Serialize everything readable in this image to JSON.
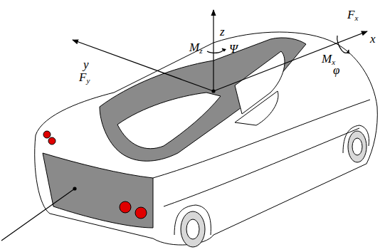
{
  "diagram": {
    "labels": [
      "z",
      "Mz",
      "Ψ",
      "y",
      "Fy",
      "Fx",
      "x",
      "Mx",
      "φ"
    ]
  }
}
